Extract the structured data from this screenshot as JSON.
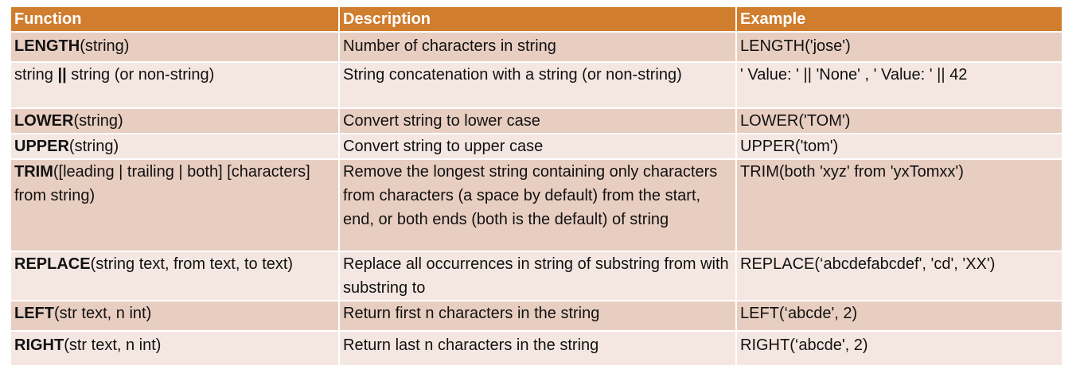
{
  "table": {
    "headers": [
      "Function",
      "Description",
      "Example"
    ],
    "rows": [
      {
        "function_name": "LENGTH",
        "function_args": "(string)",
        "description": "Number of characters in string",
        "example": "LENGTH('jose')"
      },
      {
        "function_pre": "string ",
        "function_op": "||",
        "function_post": " string (or non-string)",
        "description": "String concatenation with a string (or non-string)",
        "example": "' Value: ' || 'None' , ' Value: ' || 42"
      },
      {
        "function_name": "LOWER",
        "function_args": "(string)",
        "description": "Convert string to lower case",
        "example": "LOWER('TOM')"
      },
      {
        "function_name": "UPPER",
        "function_args": "(string)",
        "description": "Convert string to upper case",
        "example": "UPPER('tom')"
      },
      {
        "function_name": "TRIM",
        "function_args": "([leading | trailing | both] [characters] from string)",
        "description": "Remove the longest string containing only characters from characters (a space by default) from the start, end, or both ends (both is the default) of string",
        "example": "TRIM(both 'xyz' from 'yxTomxx')"
      },
      {
        "function_name": "REPLACE",
        "function_args": "(string text, from text, to text)",
        "description": "Replace all occurrences in string of substring from with substring to",
        "example": "REPLACE(‘abcdefabcdef', 'cd', 'XX')"
      },
      {
        "function_name": "LEFT",
        "function_args": "(str text, n int)",
        "description": "Return first n characters in the string",
        "example": "LEFT(‘abcde', 2)"
      },
      {
        "function_name": "RIGHT",
        "function_args": "(str text, n int)",
        "description": "Return last n characters in the string",
        "example": "RIGHT(‘abcde', 2)"
      }
    ]
  },
  "colors": {
    "header_bg": "#d07d2e",
    "row_dark": "#e8cec1",
    "row_light": "#f4e7e1"
  }
}
